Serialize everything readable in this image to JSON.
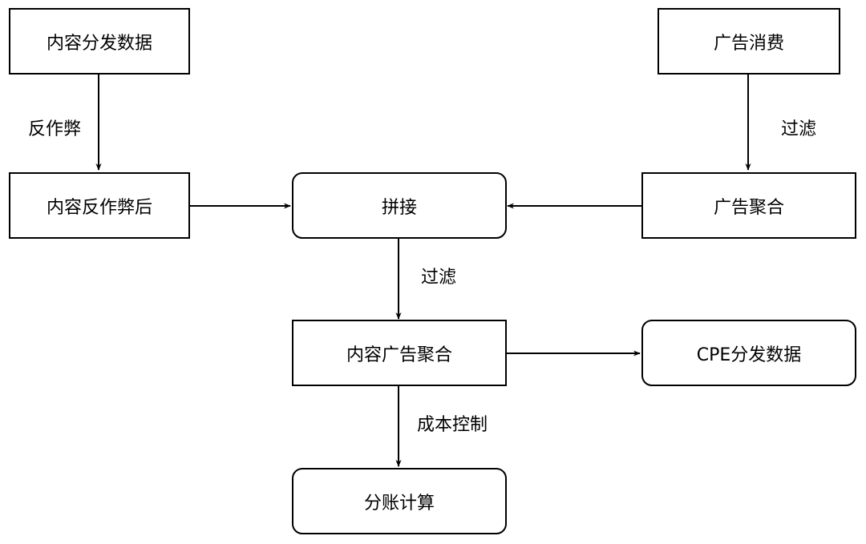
{
  "nodes": {
    "content_distribution": "内容分发数据",
    "ad_spend": "广告消费",
    "content_anti_fraud": "内容反作弊后",
    "splice": "拼接",
    "ad_aggregation": "广告聚合",
    "content_ad_aggregation": "内容广告聚合",
    "cpe_distribution": "CPE分发数据",
    "revenue_split": "分账计算"
  },
  "edge_labels": {
    "anti_fraud": "反作弊",
    "filter_ads": "过滤",
    "filter_splice": "过滤",
    "cost_control": "成本控制"
  },
  "colors": {
    "stroke": "#000000",
    "fill": "#ffffff"
  }
}
